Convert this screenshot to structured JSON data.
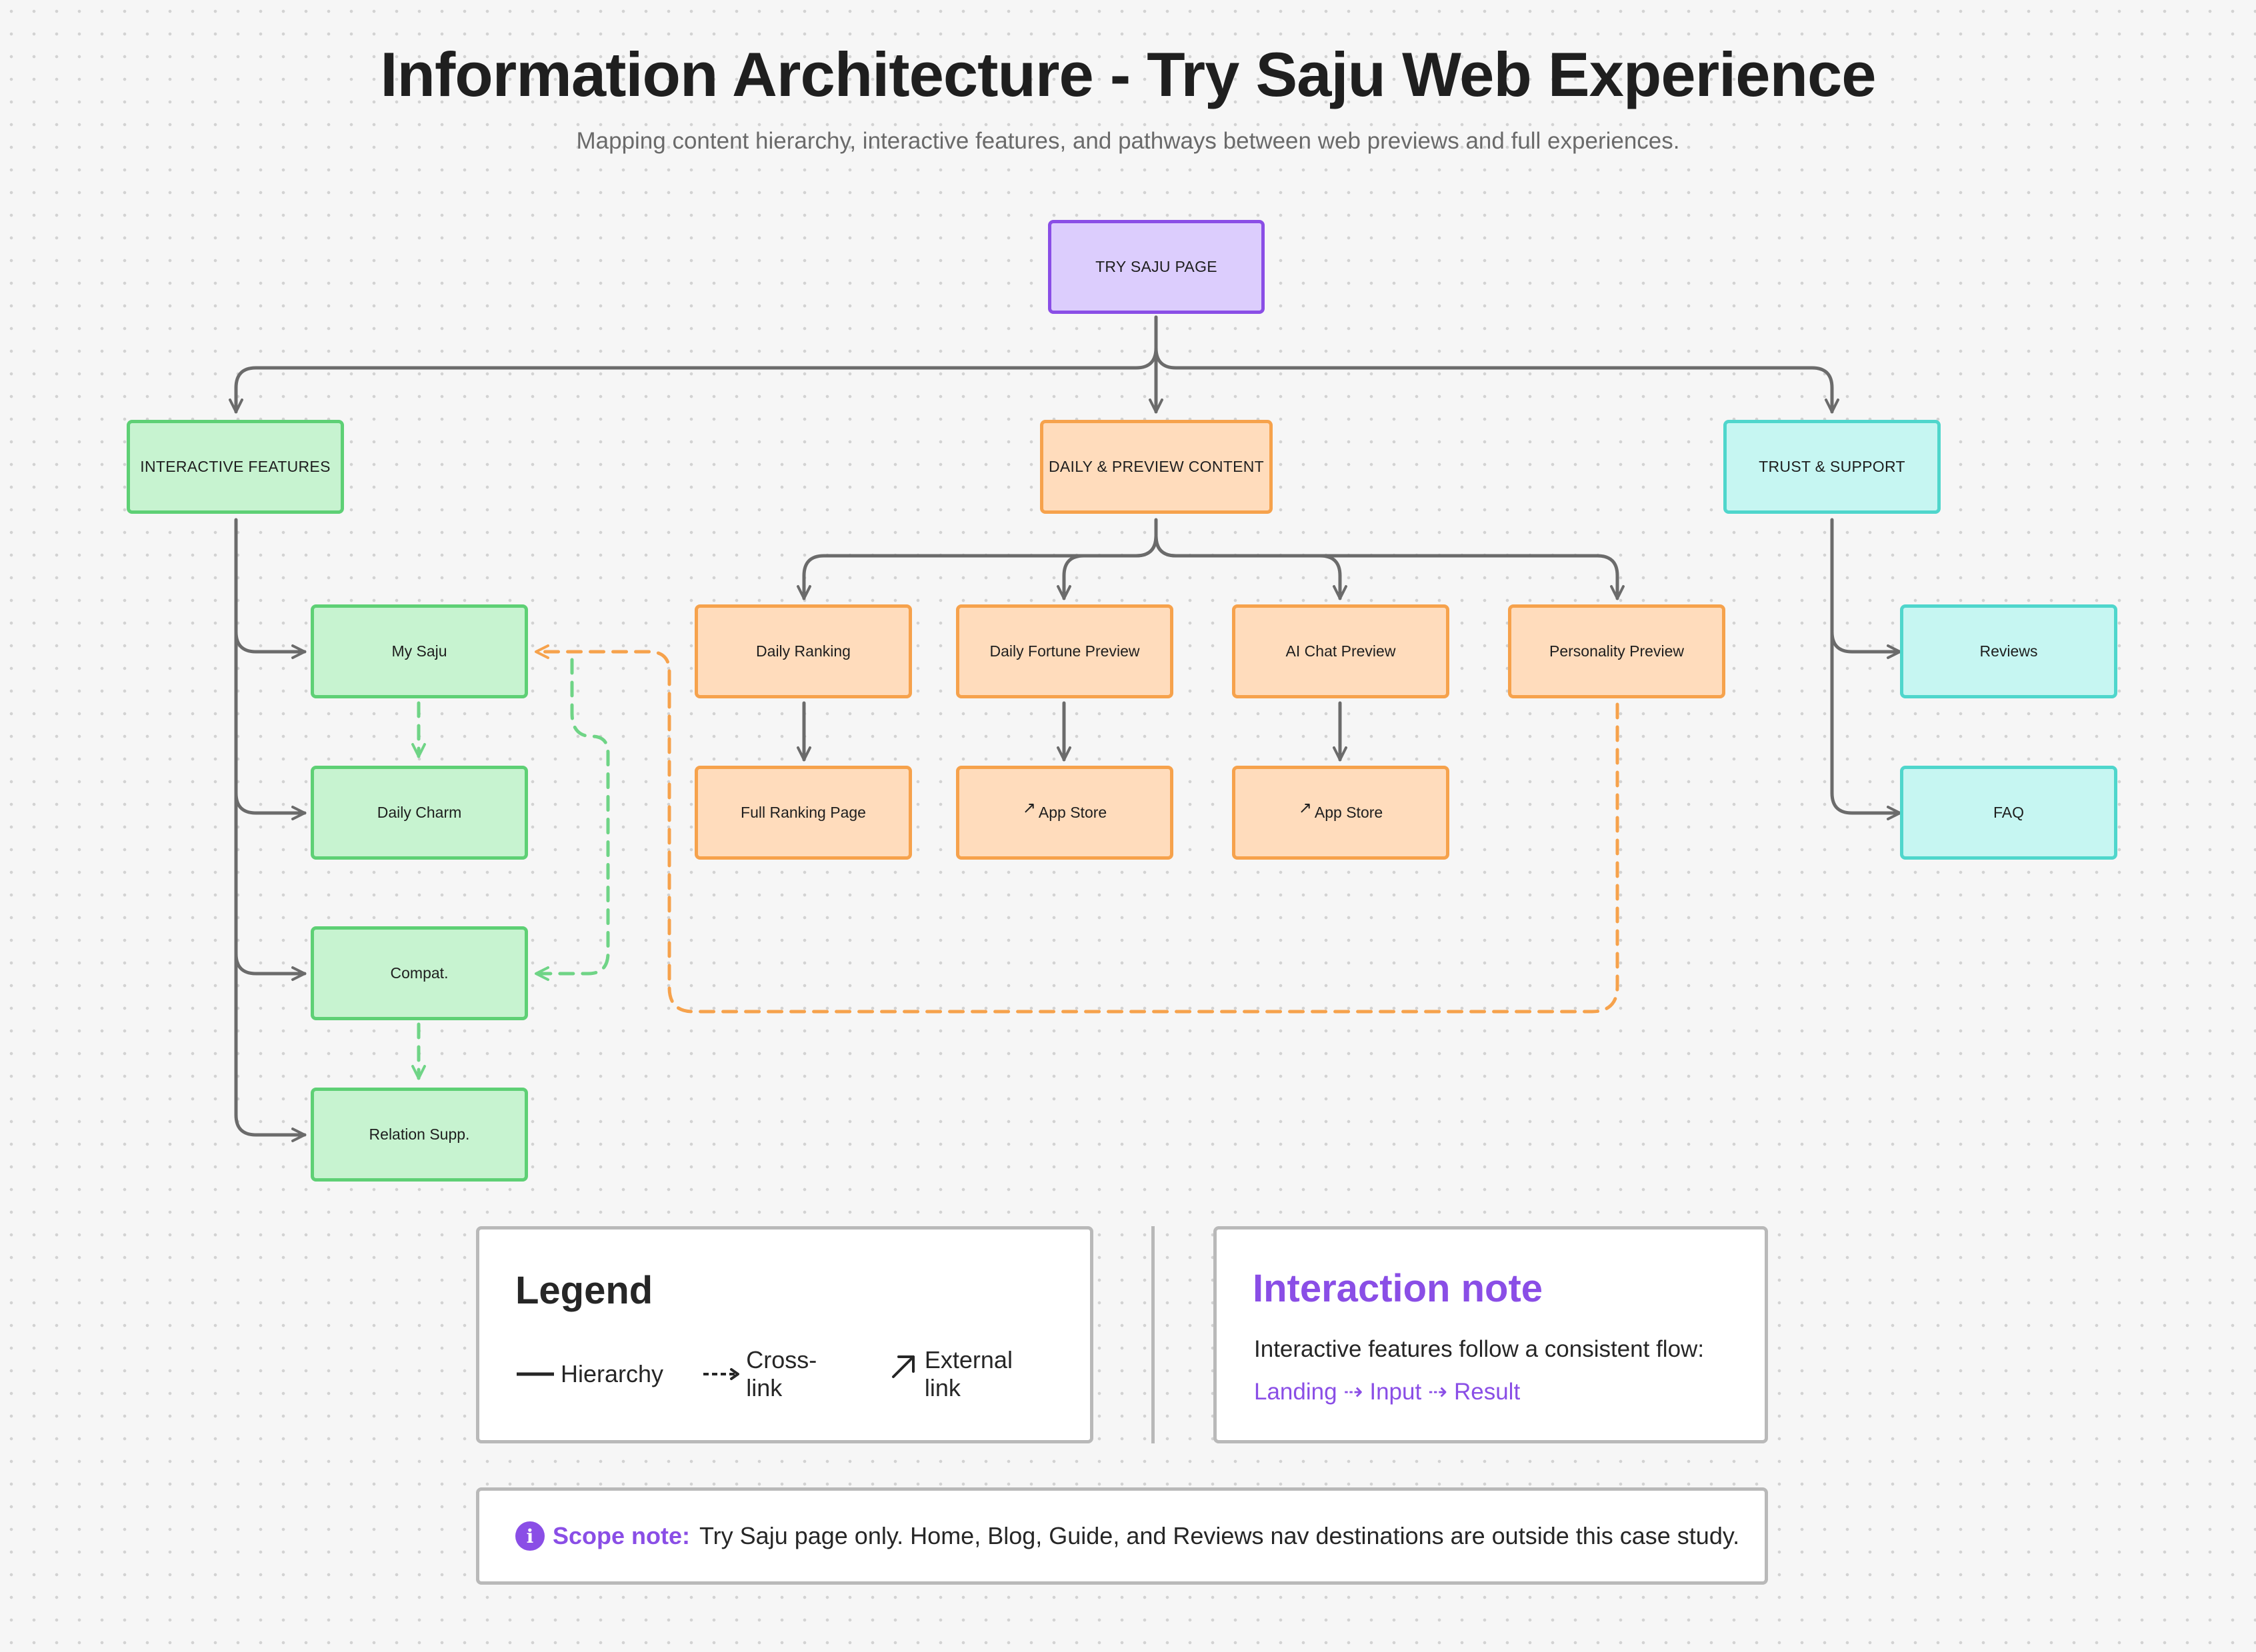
{
  "header": {
    "title": "Information Architecture - Try Saju Web Experience",
    "subtitle": "Mapping content hierarchy, interactive features, and pathways between web previews and full experiences."
  },
  "nodes": {
    "root": "TRY SAJU PAGE",
    "interactive_features": "INTERACTIVE FEATURES",
    "daily_preview_content": "DAILY & PREVIEW CONTENT",
    "trust_support": "TRUST & SUPPORT",
    "my_saju": "My Saju",
    "daily_charm": "Daily Charm",
    "compat": "Compat.",
    "relation_supp": "Relation Supp.",
    "daily_ranking": "Daily Ranking",
    "full_ranking_page": "Full Ranking Page",
    "daily_fortune_preview": "Daily Fortune Preview",
    "app_store_1": "App Store",
    "ai_chat_preview": "AI Chat Preview",
    "app_store_2": "App Store",
    "personality_preview": "Personality Preview",
    "reviews": "Reviews",
    "faq": "FAQ"
  },
  "legend": {
    "title": "Legend",
    "hierarchy": "Hierarchy",
    "cross_link": "Cross-link",
    "external_link": "External link"
  },
  "interaction_note": {
    "title": "Interaction note",
    "body": "Interactive features follow a consistent flow:",
    "flow": "Landing ⇢ Input ⇢ Result"
  },
  "scope_note": {
    "icon": "info-icon",
    "label": "Scope note:",
    "text": "Try Saju page only. Home, Blog, Guide, and Reviews nav destinations are outside this case study."
  },
  "colors": {
    "hierarchy_line": "#6b6b6b",
    "purple": "#8a4ee6",
    "green": "#5ed075",
    "orange": "#f6a24c",
    "cyan": "#4fd6cc"
  }
}
